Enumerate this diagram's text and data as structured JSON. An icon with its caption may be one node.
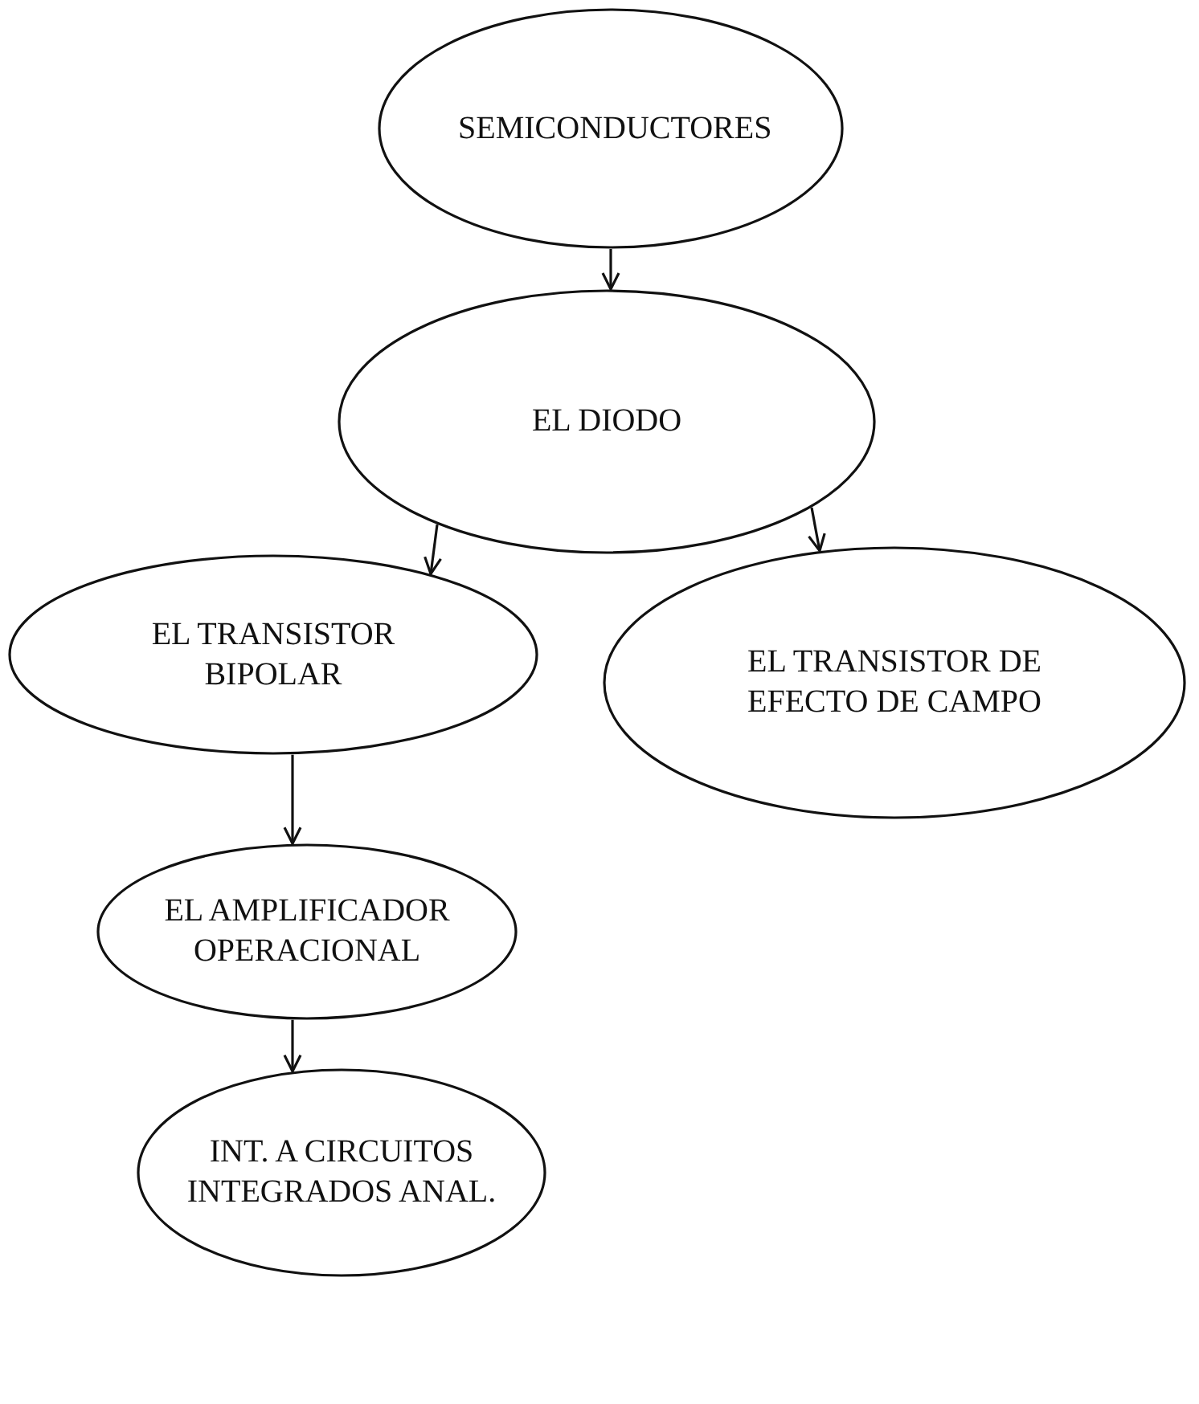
{
  "diagram": {
    "nodes": [
      {
        "text": [
          "SEMICONDUCTORES"
        ]
      },
      {
        "text": [
          "EL DIODO"
        ]
      },
      {
        "text": [
          "EL TRANSISTOR BIPOLAR"
        ]
      },
      {
        "text": [
          "EL TRANSISTOR DE EFECTO DE CAMPO"
        ]
      },
      {
        "text": [
          "EL AMPLIFICADOR OPERACIONAL"
        ]
      },
      {
        "text": [
          "INT. A CIRCUITOS INTEGRADOS ANAL."
        ]
      }
    ],
    "edges": [
      {
        "from": 0,
        "to": 1,
        "arrow": "to"
      },
      {
        "from": 1,
        "to": 2,
        "arrow": "to"
      },
      {
        "from": 1,
        "to": 3,
        "arrow": "to"
      },
      {
        "from": 2,
        "to": 4,
        "arrow": "to"
      },
      {
        "from": 4,
        "to": 5,
        "arrow": "to"
      }
    ]
  }
}
